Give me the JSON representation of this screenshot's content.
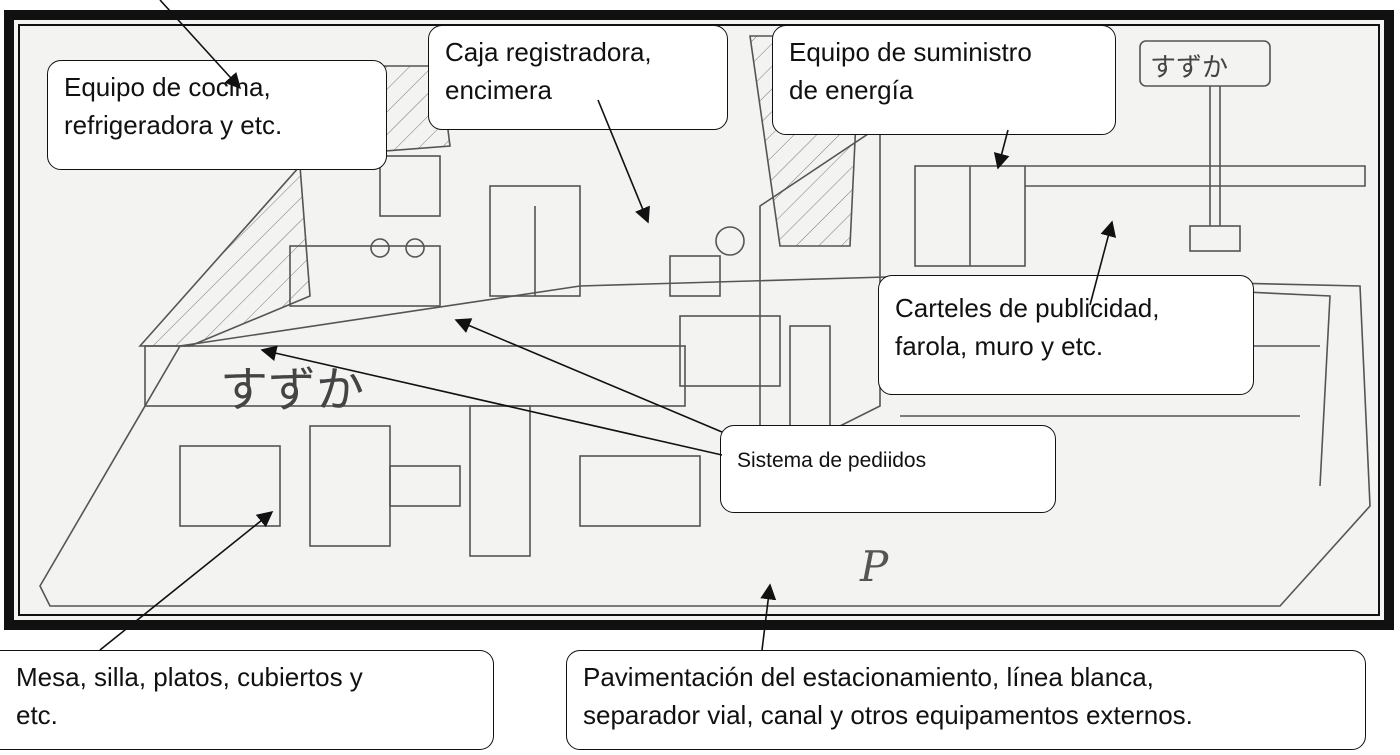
{
  "callouts": {
    "kitchen": "Equipo de cocina,\nrefrigeradora y etc.",
    "register": "Caja registradora,\nencimera",
    "energy": "Equipo de suministro\nde energía",
    "ads": "Carteles de publicidad,\nfarola, muro y etc.",
    "ordering": "Sistema de pediidos",
    "table": "Mesa, silla, platos, cubiertos y\netc.",
    "parking": "Pavimentación del estacionamiento, línea blanca,\nseparador vial, canal y otros equipamentos externos."
  },
  "sketch_signs": {
    "store_sign": "すずか",
    "pole_sign": "すずか",
    "parking_mark": "P"
  },
  "colors": {
    "frame": "#111111",
    "paper": "#f3f3f1",
    "pencil": "#555555"
  }
}
